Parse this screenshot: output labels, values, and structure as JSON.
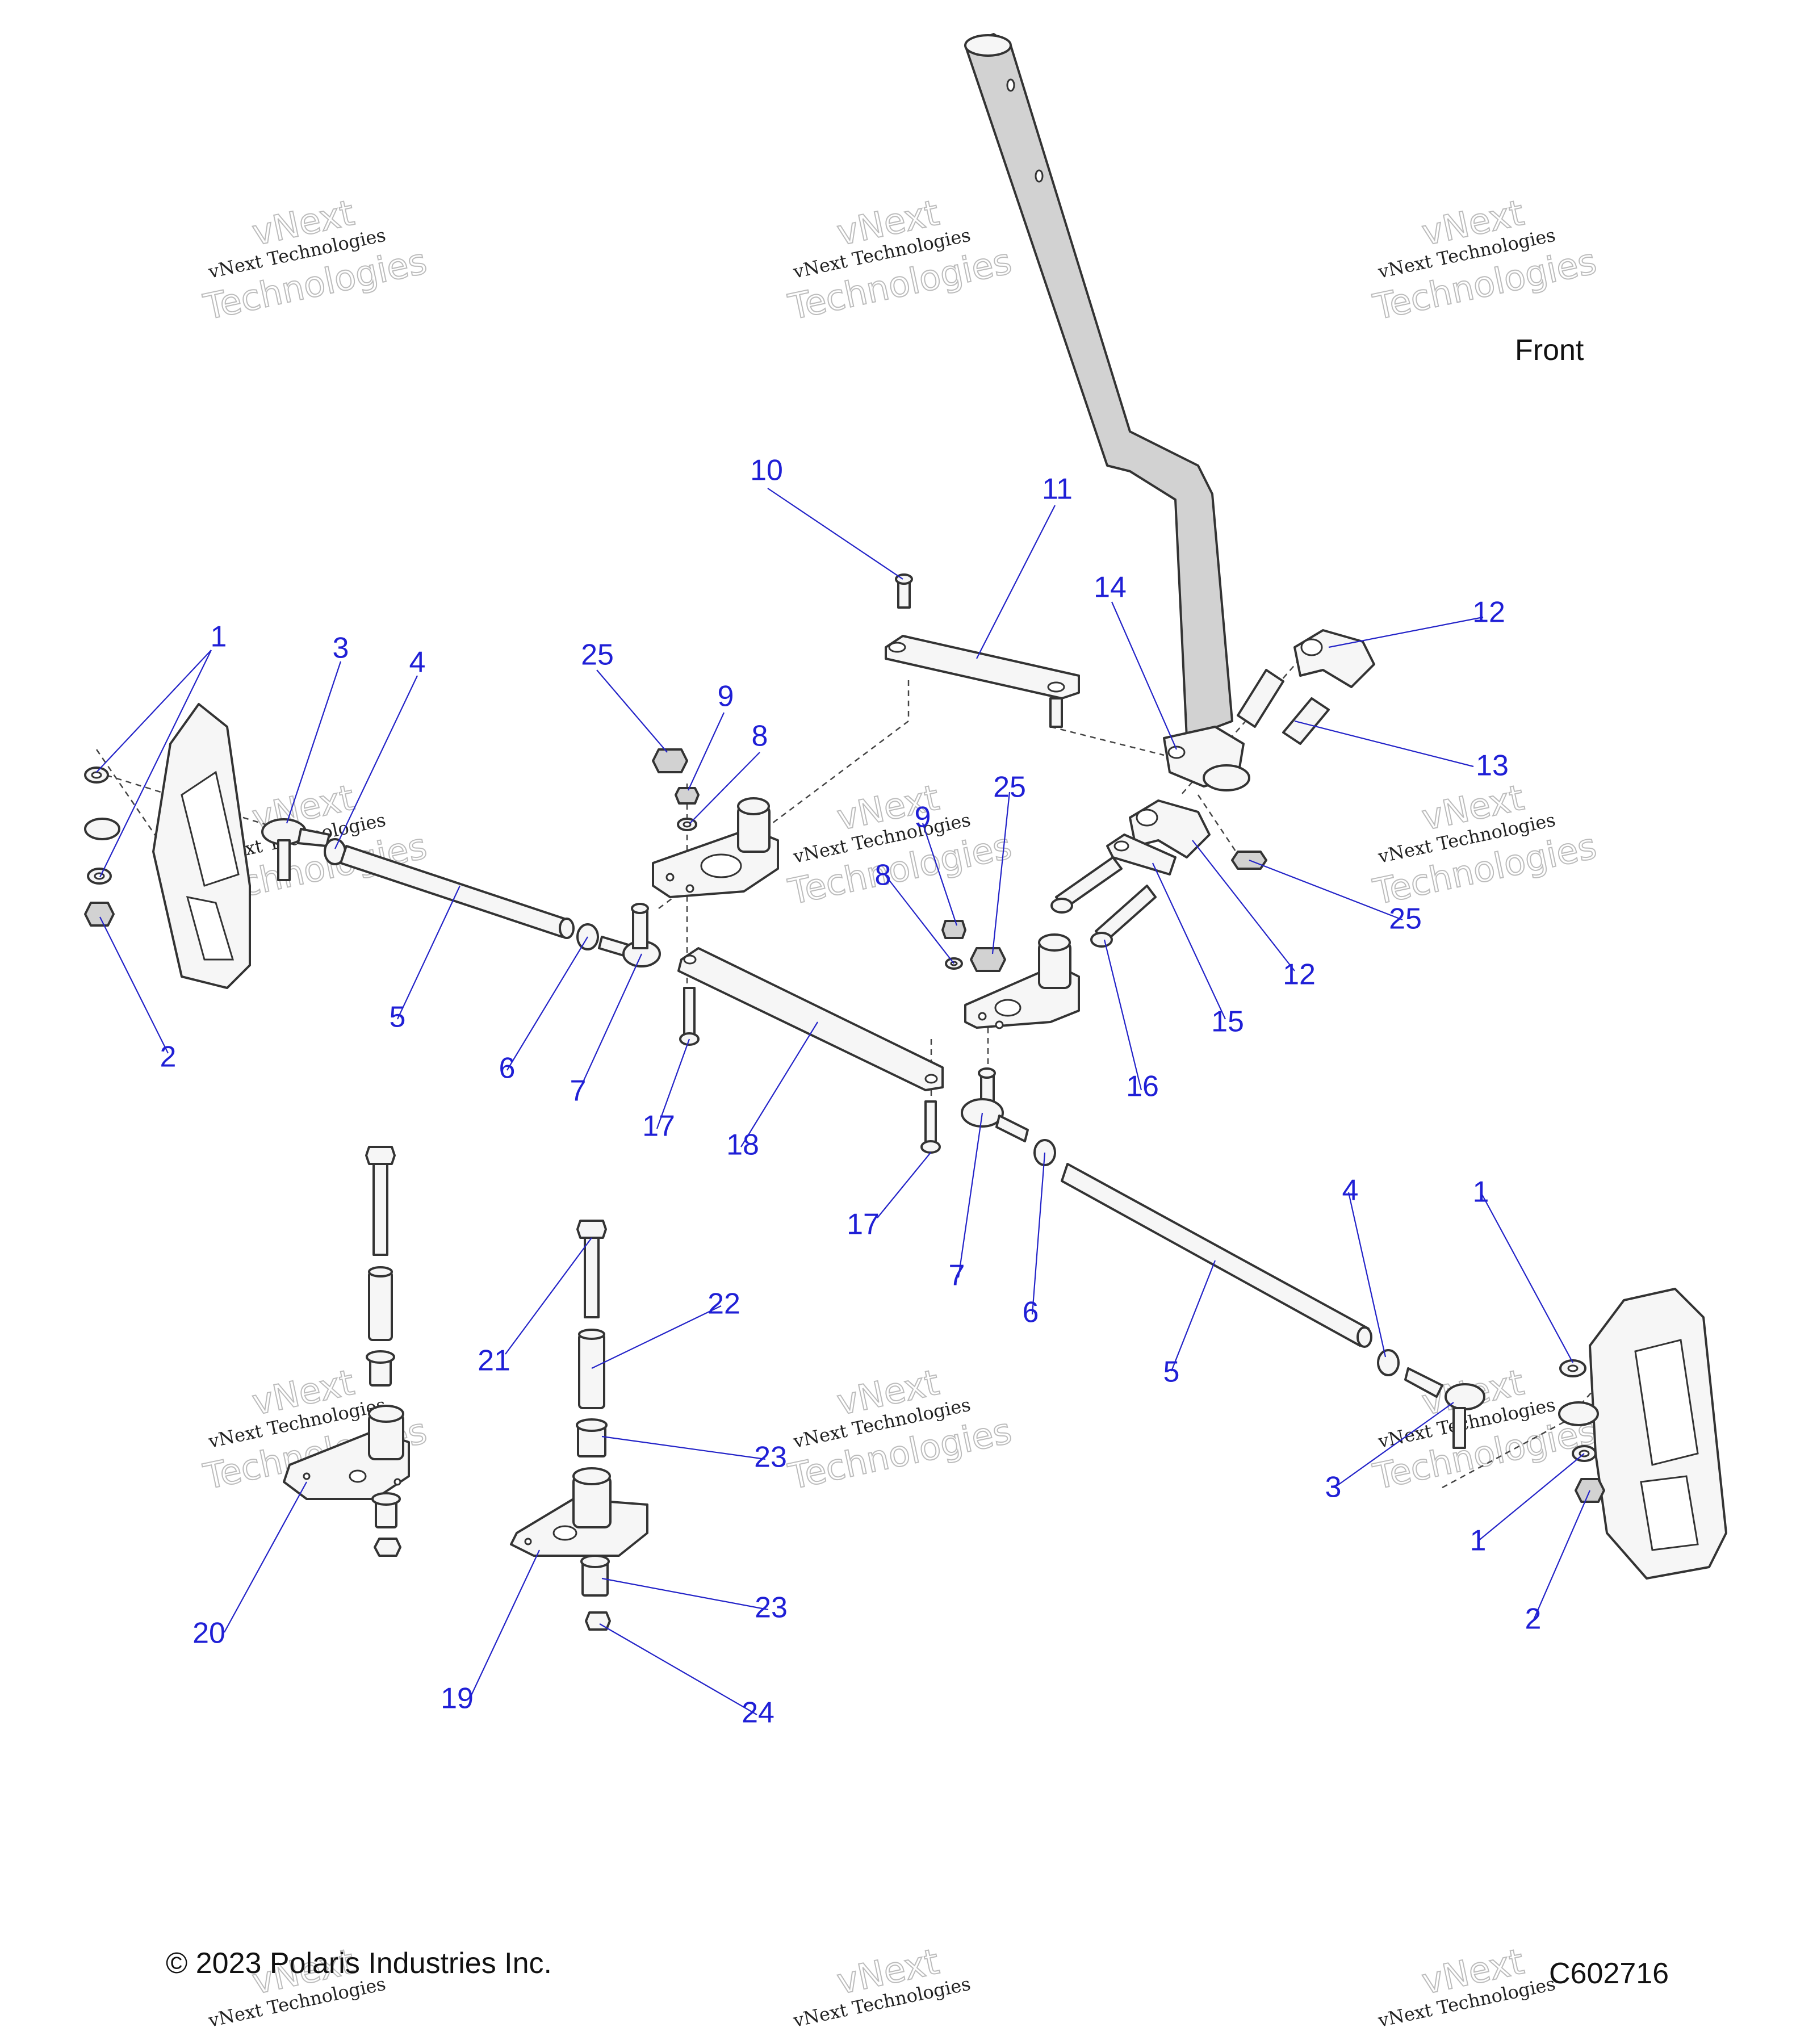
{
  "diagram": {
    "orientation_label": "Front",
    "copyright": "© 2023 Polaris Industries Inc.",
    "diagram_code": "C602716",
    "watermark": {
      "line1": "vNext Technologies",
      "line2": "vNext",
      "line3": "Technologies"
    },
    "callouts": [
      {
        "id": "c1a",
        "label": "1"
      },
      {
        "id": "c2a",
        "label": "2"
      },
      {
        "id": "c3a",
        "label": "3"
      },
      {
        "id": "c4a",
        "label": "4"
      },
      {
        "id": "c5a",
        "label": "5"
      },
      {
        "id": "c6a",
        "label": "6"
      },
      {
        "id": "c7a",
        "label": "7"
      },
      {
        "id": "c8a",
        "label": "8"
      },
      {
        "id": "c9a",
        "label": "9"
      },
      {
        "id": "c10",
        "label": "10"
      },
      {
        "id": "c11",
        "label": "11"
      },
      {
        "id": "c12a",
        "label": "12"
      },
      {
        "id": "c12b",
        "label": "12"
      },
      {
        "id": "c13",
        "label": "13"
      },
      {
        "id": "c14",
        "label": "14"
      },
      {
        "id": "c15",
        "label": "15"
      },
      {
        "id": "c16",
        "label": "16"
      },
      {
        "id": "c17a",
        "label": "17"
      },
      {
        "id": "c17b",
        "label": "17"
      },
      {
        "id": "c18",
        "label": "18"
      },
      {
        "id": "c25a",
        "label": "25"
      },
      {
        "id": "c25b",
        "label": "25"
      },
      {
        "id": "c25c",
        "label": "25"
      },
      {
        "id": "c8b",
        "label": "8"
      },
      {
        "id": "c9b",
        "label": "9"
      },
      {
        "id": "c7b",
        "label": "7"
      },
      {
        "id": "c6b",
        "label": "6"
      },
      {
        "id": "c5b",
        "label": "5"
      },
      {
        "id": "c4b",
        "label": "4"
      },
      {
        "id": "c3b",
        "label": "3"
      },
      {
        "id": "c1b",
        "label": "1"
      },
      {
        "id": "c1c",
        "label": "1"
      },
      {
        "id": "c2b",
        "label": "2"
      },
      {
        "id": "c21",
        "label": "21"
      },
      {
        "id": "c22",
        "label": "22"
      },
      {
        "id": "c23a",
        "label": "23"
      },
      {
        "id": "c23b",
        "label": "23"
      },
      {
        "id": "c24",
        "label": "24"
      },
      {
        "id": "c19",
        "label": "19"
      },
      {
        "id": "c20",
        "label": "20"
      }
    ]
  }
}
